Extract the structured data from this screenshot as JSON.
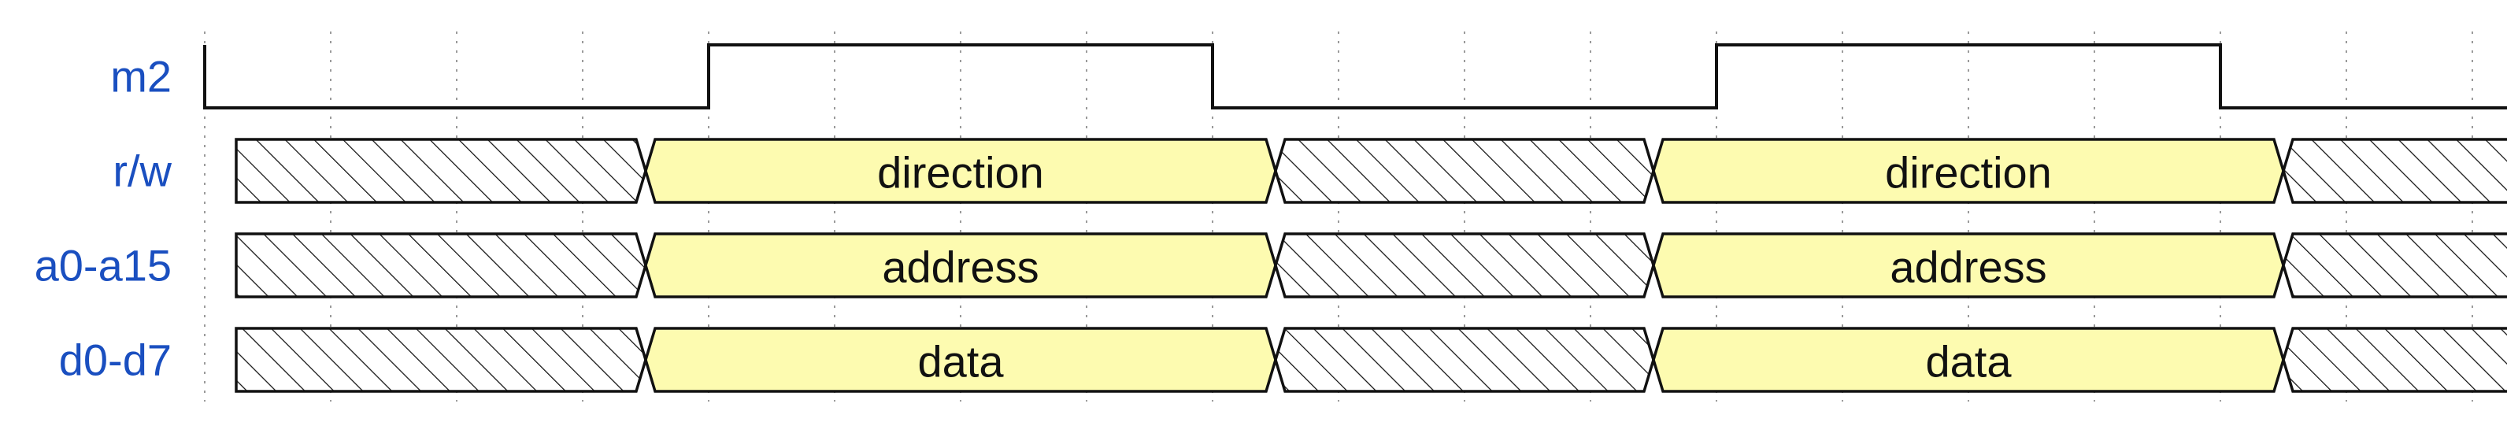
{
  "colors": {
    "label": "#1a4fc0",
    "valid_fill": "#fdfbb0",
    "outline": "#111111",
    "grid": "#9a9a9a",
    "background": "#ffffff"
  },
  "diagram": {
    "type": "timing",
    "time_range": [
      0,
      18.5
    ],
    "gridlines": [
      0,
      1,
      2,
      3,
      4,
      5,
      6,
      7,
      8,
      9,
      10,
      11,
      12,
      13,
      14,
      15,
      16,
      17,
      18
    ],
    "signals": [
      {
        "name": "m2",
        "kind": "clock",
        "levels": [
          {
            "t0": 0,
            "t1": 4,
            "v": 0
          },
          {
            "t0": 4,
            "t1": 8,
            "v": 1
          },
          {
            "t0": 8,
            "t1": 12,
            "v": 0
          },
          {
            "t0": 12,
            "t1": 16,
            "v": 1
          },
          {
            "t0": 16,
            "t1": 18.5,
            "v": 0
          }
        ]
      },
      {
        "name": "r/w",
        "kind": "bus",
        "segments": [
          {
            "t0": 0.25,
            "t1": 3.5,
            "state": "x",
            "label": ""
          },
          {
            "t0": 3.5,
            "t1": 8.5,
            "state": "valid",
            "label": "direction"
          },
          {
            "t0": 8.5,
            "t1": 11.5,
            "state": "x",
            "label": ""
          },
          {
            "t0": 11.5,
            "t1": 16.5,
            "state": "valid",
            "label": "direction"
          },
          {
            "t0": 16.5,
            "t1": 18.5,
            "state": "x",
            "label": ""
          }
        ]
      },
      {
        "name": "a0-a15",
        "kind": "bus",
        "segments": [
          {
            "t0": 0.25,
            "t1": 3.5,
            "state": "x",
            "label": ""
          },
          {
            "t0": 3.5,
            "t1": 8.5,
            "state": "valid",
            "label": "address"
          },
          {
            "t0": 8.5,
            "t1": 11.5,
            "state": "x",
            "label": ""
          },
          {
            "t0": 11.5,
            "t1": 16.5,
            "state": "valid",
            "label": "address"
          },
          {
            "t0": 16.5,
            "t1": 18.5,
            "state": "x",
            "label": ""
          }
        ]
      },
      {
        "name": "d0-d7",
        "kind": "bus",
        "segments": [
          {
            "t0": 0.25,
            "t1": 3.5,
            "state": "x",
            "label": ""
          },
          {
            "t0": 3.5,
            "t1": 8.5,
            "state": "valid",
            "label": "data"
          },
          {
            "t0": 8.5,
            "t1": 11.5,
            "state": "x",
            "label": ""
          },
          {
            "t0": 11.5,
            "t1": 16.5,
            "state": "valid",
            "label": "data"
          },
          {
            "t0": 16.5,
            "t1": 18.5,
            "state": "x",
            "label": ""
          }
        ]
      }
    ]
  }
}
